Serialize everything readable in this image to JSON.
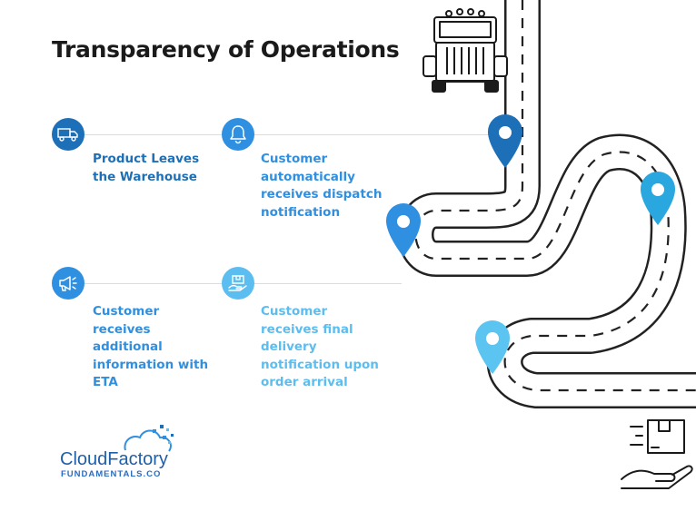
{
  "title": "Transparency of Operations",
  "colors": {
    "dark_blue": "#1d6fb8",
    "mid_blue": "#2f8fe0",
    "light_blue": "#5bbdf0",
    "road": "#ffffff",
    "road_outline": "#222222"
  },
  "steps": [
    {
      "label": "Product Leaves\nthe Warehouse",
      "icon": "truck-icon",
      "color": "#1d6fb8"
    },
    {
      "label": "Customer\nautomatically\nreceives dispatch\nnotification",
      "icon": "bell-icon",
      "color": "#2f8fe0"
    },
    {
      "label": "Customer\nreceives\nadditional\ninformation with\nETA",
      "icon": "megaphone-icon",
      "color": "#2f8fe0"
    },
    {
      "label": "Customer\nreceives final\ndelivery\nnotification upon\norder arrival",
      "icon": "package-icon",
      "color": "#5bbdf0"
    }
  ],
  "logo": {
    "name": "CloudFactory",
    "subtitle": "FUNDAMENTALS.CO"
  }
}
